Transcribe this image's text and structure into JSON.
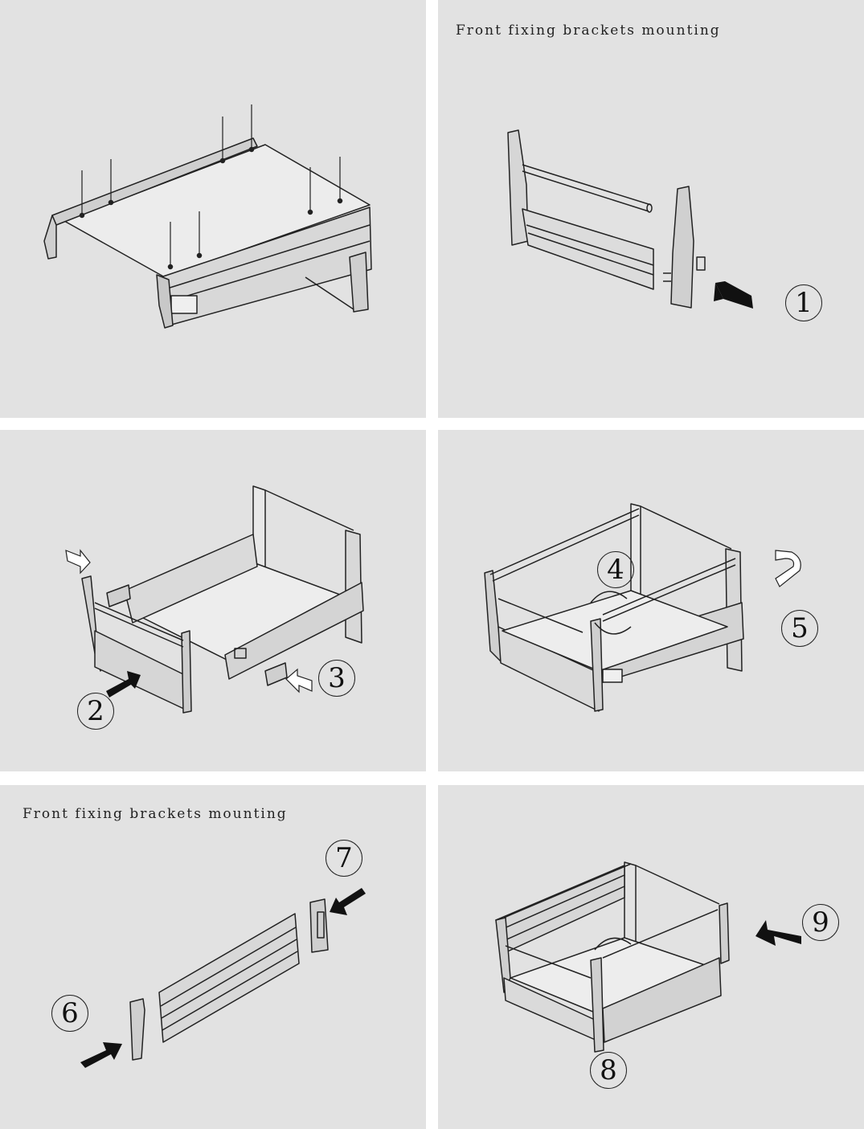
{
  "captions": {
    "top_right": "Front fixing brackets mounting",
    "bottom_left": "Front fixing brackets mounting"
  },
  "steps": [
    "1",
    "2",
    "3",
    "4",
    "5",
    "6",
    "7",
    "8",
    "9"
  ],
  "colors": {
    "panel_bg": "#e2e2e2",
    "line": "#222222",
    "fill_light": "#d6d6d6",
    "arrow": "#111111"
  }
}
